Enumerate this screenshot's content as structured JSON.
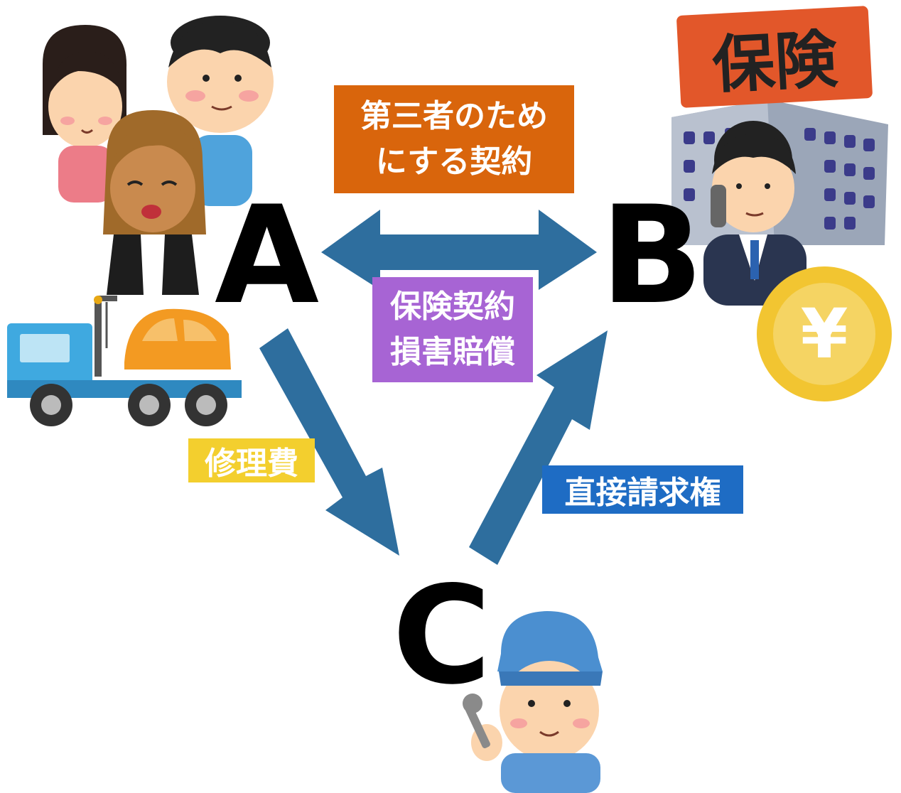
{
  "nodes": {
    "a": "A",
    "b": "B",
    "c": "C"
  },
  "labels": {
    "contract_line1": "第三者のため",
    "contract_line2": "にする契約",
    "insurance_line1": "保険契約",
    "insurance_line2": "損害賠償",
    "repair_cost": "修理費",
    "direct_claim": "直接請求権",
    "building_sign": "保険",
    "yen_symbol": "¥"
  },
  "colors": {
    "arrow": "#2e6e9e",
    "contract_tag": "#d9650c",
    "insurance_tag": "#a764d4",
    "repair_tag": "#f3cf2e",
    "claim_tag": "#1e6cc4",
    "coin": "#f2c531",
    "building_sign": "#e2572a"
  },
  "icons": [
    "family-people-icon",
    "tow-truck-icon",
    "insurance-company-icon",
    "yen-coin-icon",
    "mechanic-icon"
  ]
}
